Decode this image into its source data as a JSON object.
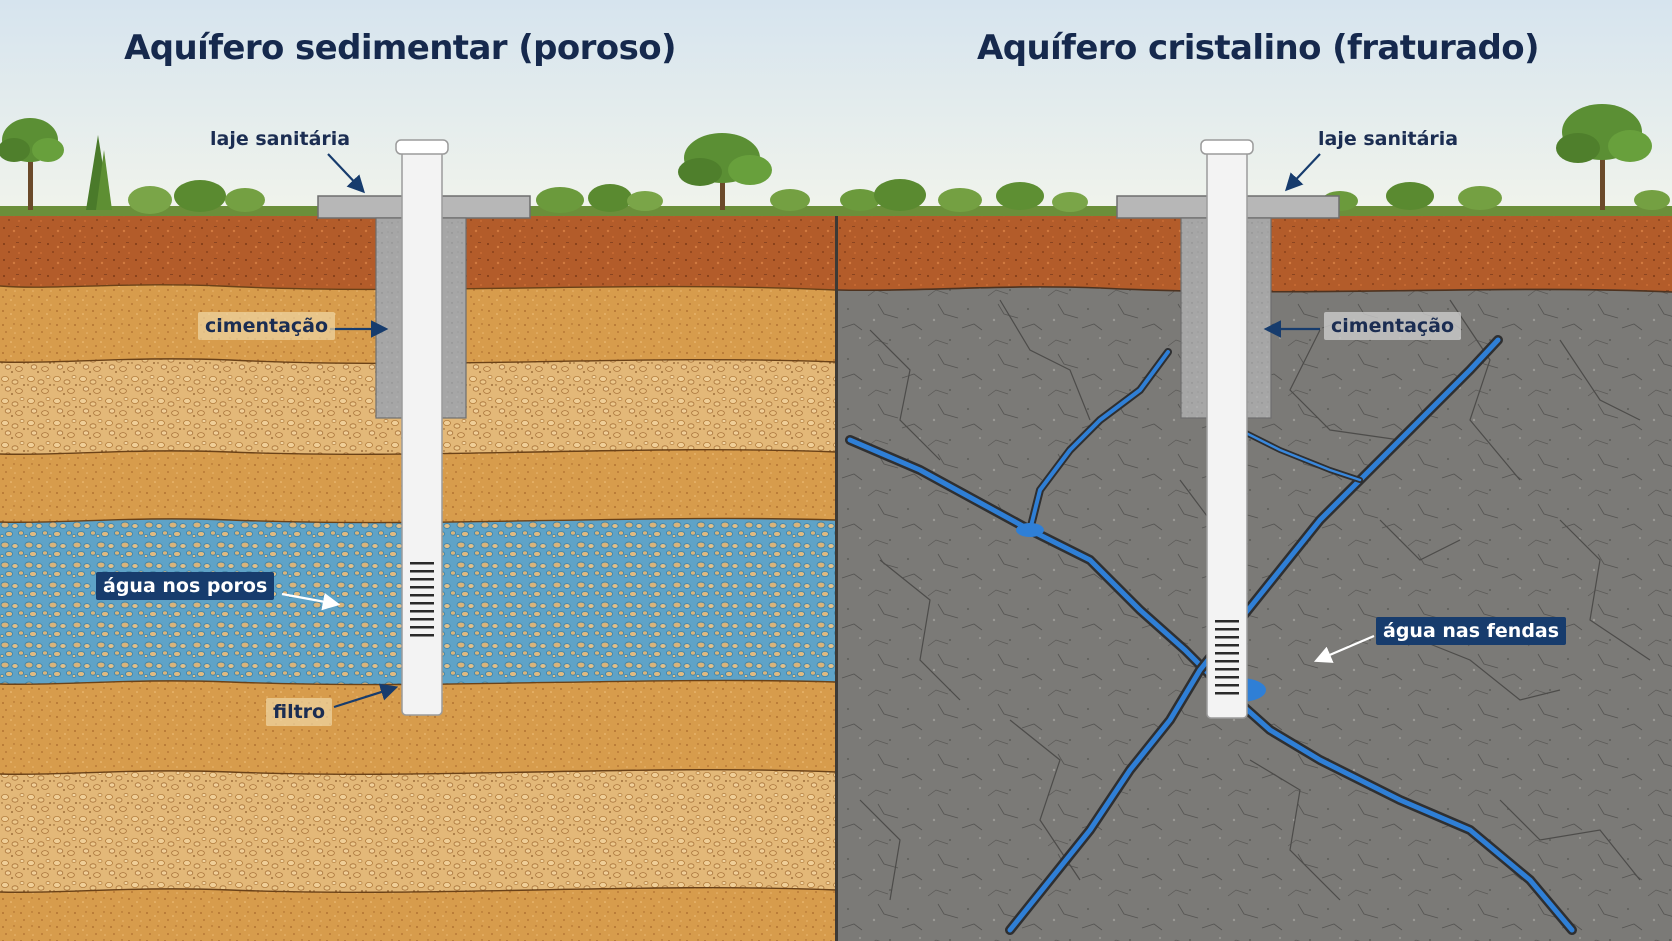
{
  "panels": {
    "left": {
      "title": "Aquífero sedimentar (poroso)",
      "labels": {
        "laje": "laje sanitária",
        "cimentacao": "cimentação",
        "agua": "água nos poros",
        "filtro": "filtro"
      }
    },
    "right": {
      "title": "Aquífero cristalino (fraturado)",
      "labels": {
        "laje": "laje sanitária",
        "cimentacao": "cimentação",
        "agua": "água nas fendas"
      }
    }
  },
  "colors": {
    "title": "#16294d",
    "label_dark_bg": "#173c6d",
    "topsoil": "#b25a28",
    "sand_layer": "#d9a252",
    "gravel_layer": "#e2b676",
    "water_layer": "#6aa8c8",
    "rock": "#7c7b78",
    "fracture_water": "#2f7fd6",
    "casing": "#f2f2f2",
    "cement": "#a3a3a3"
  }
}
